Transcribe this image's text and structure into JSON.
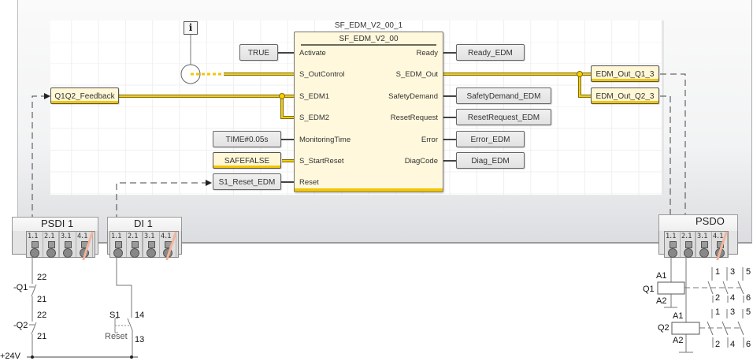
{
  "function_block": {
    "instance_name": "SF_EDM_V2_00_1",
    "type_name": "SF_EDM_V2_00",
    "inputs": [
      "Activate",
      "S_OutControl",
      "S_EDM1",
      "S_EDM2",
      "MonitoringTime",
      "S_StartReset",
      "Reset"
    ],
    "outputs": [
      "Ready",
      "S_EDM_Out",
      "SafetyDemand",
      "ResetRequest",
      "Error",
      "DiagCode"
    ]
  },
  "input_variables": {
    "activate": "TRUE",
    "feedback": "Q1Q2_Feedback",
    "monitoring_time": "TIME#0.05s",
    "start_reset": "SAFEFALSE",
    "reset": "S1_Reset_EDM"
  },
  "output_variables": {
    "ready": "Ready_EDM",
    "out_q1": "EDM_Out_Q1_3",
    "out_q2": "EDM_Out_Q2_3",
    "safety_demand": "SafetyDemand_EDM",
    "reset_request": "ResetRequest_EDM",
    "error": "Error_EDM",
    "diag": "Diag_EDM"
  },
  "info_icon": "i",
  "modules": [
    {
      "name": "PSDI 1",
      "terminals": [
        "1.1",
        "2.1",
        "3.1",
        "4.1"
      ]
    },
    {
      "name": "DI 1",
      "terminals": [
        "1.1",
        "2.1",
        "3.1",
        "4.1"
      ]
    },
    {
      "name": "PSDO",
      "terminals": [
        "1.1",
        "2.1",
        "3.1",
        "4.1"
      ]
    }
  ],
  "circuit_left": {
    "q1_label": "-Q1",
    "q1_top": "22",
    "q1_bottom": "21",
    "q2_label": "-Q2",
    "q2_top": "22",
    "q2_bottom": "21",
    "supply": "+24V",
    "s1_label": "S1",
    "s1_top": "14",
    "s1_bottom": "13",
    "s1_caption": "Reset"
  },
  "circuit_right": {
    "q1_label": "Q1",
    "q1_a1": "A1",
    "q1_a2": "A2",
    "q2_label": "Q2",
    "q2_a1": "A1",
    "q2_a2": "A2",
    "contacts_top": [
      "1",
      "3",
      "5"
    ],
    "contacts_bottom": [
      "2",
      "4",
      "6"
    ]
  },
  "colors": {
    "safe_wire": "#f2c600",
    "fb_fill": "#fff8dc"
  }
}
